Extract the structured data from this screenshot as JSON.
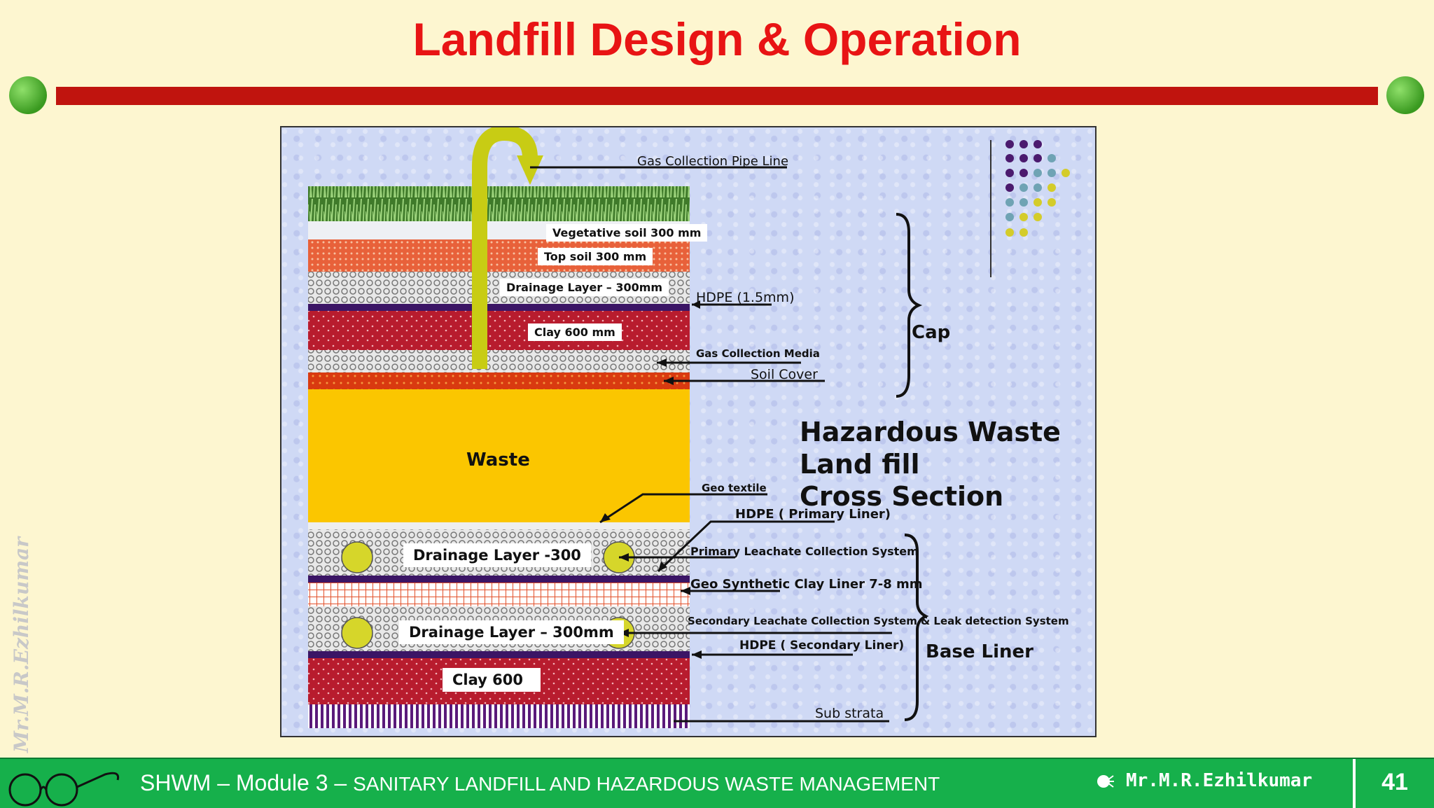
{
  "slide": {
    "title": "Landfill Design & Operation",
    "watermark": "Mr.M.R.Ezhilkumar",
    "colors": {
      "title": "#e81414",
      "rule_bar": "#c0140e",
      "footer": "#16b04b",
      "background": "#fdf6d0"
    }
  },
  "diagram": {
    "heading_line1": "Hazardous Waste Land fill",
    "heading_line2": "Cross Section",
    "cap_label": "Cap",
    "base_liner_label": "Base Liner",
    "layer_labels": {
      "vegetative_soil": "Vegetative soil 300 mm",
      "top_soil": "Top soil 300 mm",
      "drainage_top": "Drainage Layer – 300mm",
      "clay_top": "Clay 600 mm",
      "waste": "Waste",
      "drainage_primary": "Drainage Layer -300",
      "drainage_secondary": "Drainage Layer – 300mm",
      "clay_bottom": "Clay 600"
    },
    "annotations": {
      "gas_pipe": "Gas Collection Pipe Line",
      "hdpe_cap": "HDPE (1.5mm)",
      "gas_media": "Gas Collection Media",
      "soil_cover": "Soil  Cover",
      "geo_textile": "Geo textile",
      "hdpe_primary": "HDPE  ( Primary Liner)",
      "primary_leachate": "Primary Leachate Collection System",
      "geo_clay": "Geo Synthetic Clay Liner 7-8 mm",
      "secondary_leachate": "Secondary Leachate Collection System & Leak detection System",
      "hdpe_secondary": "HDPE ( Secondary  Liner)",
      "sub_strata": "Sub strata"
    }
  },
  "footer": {
    "module_prefix": "SHWM – Module 3 – ",
    "module_title": "SANITARY LANDFILL AND HAZARDOUS WASTE MANAGEMENT",
    "author": "Mr.M.R.Ezhilkumar",
    "page_number": "41"
  }
}
